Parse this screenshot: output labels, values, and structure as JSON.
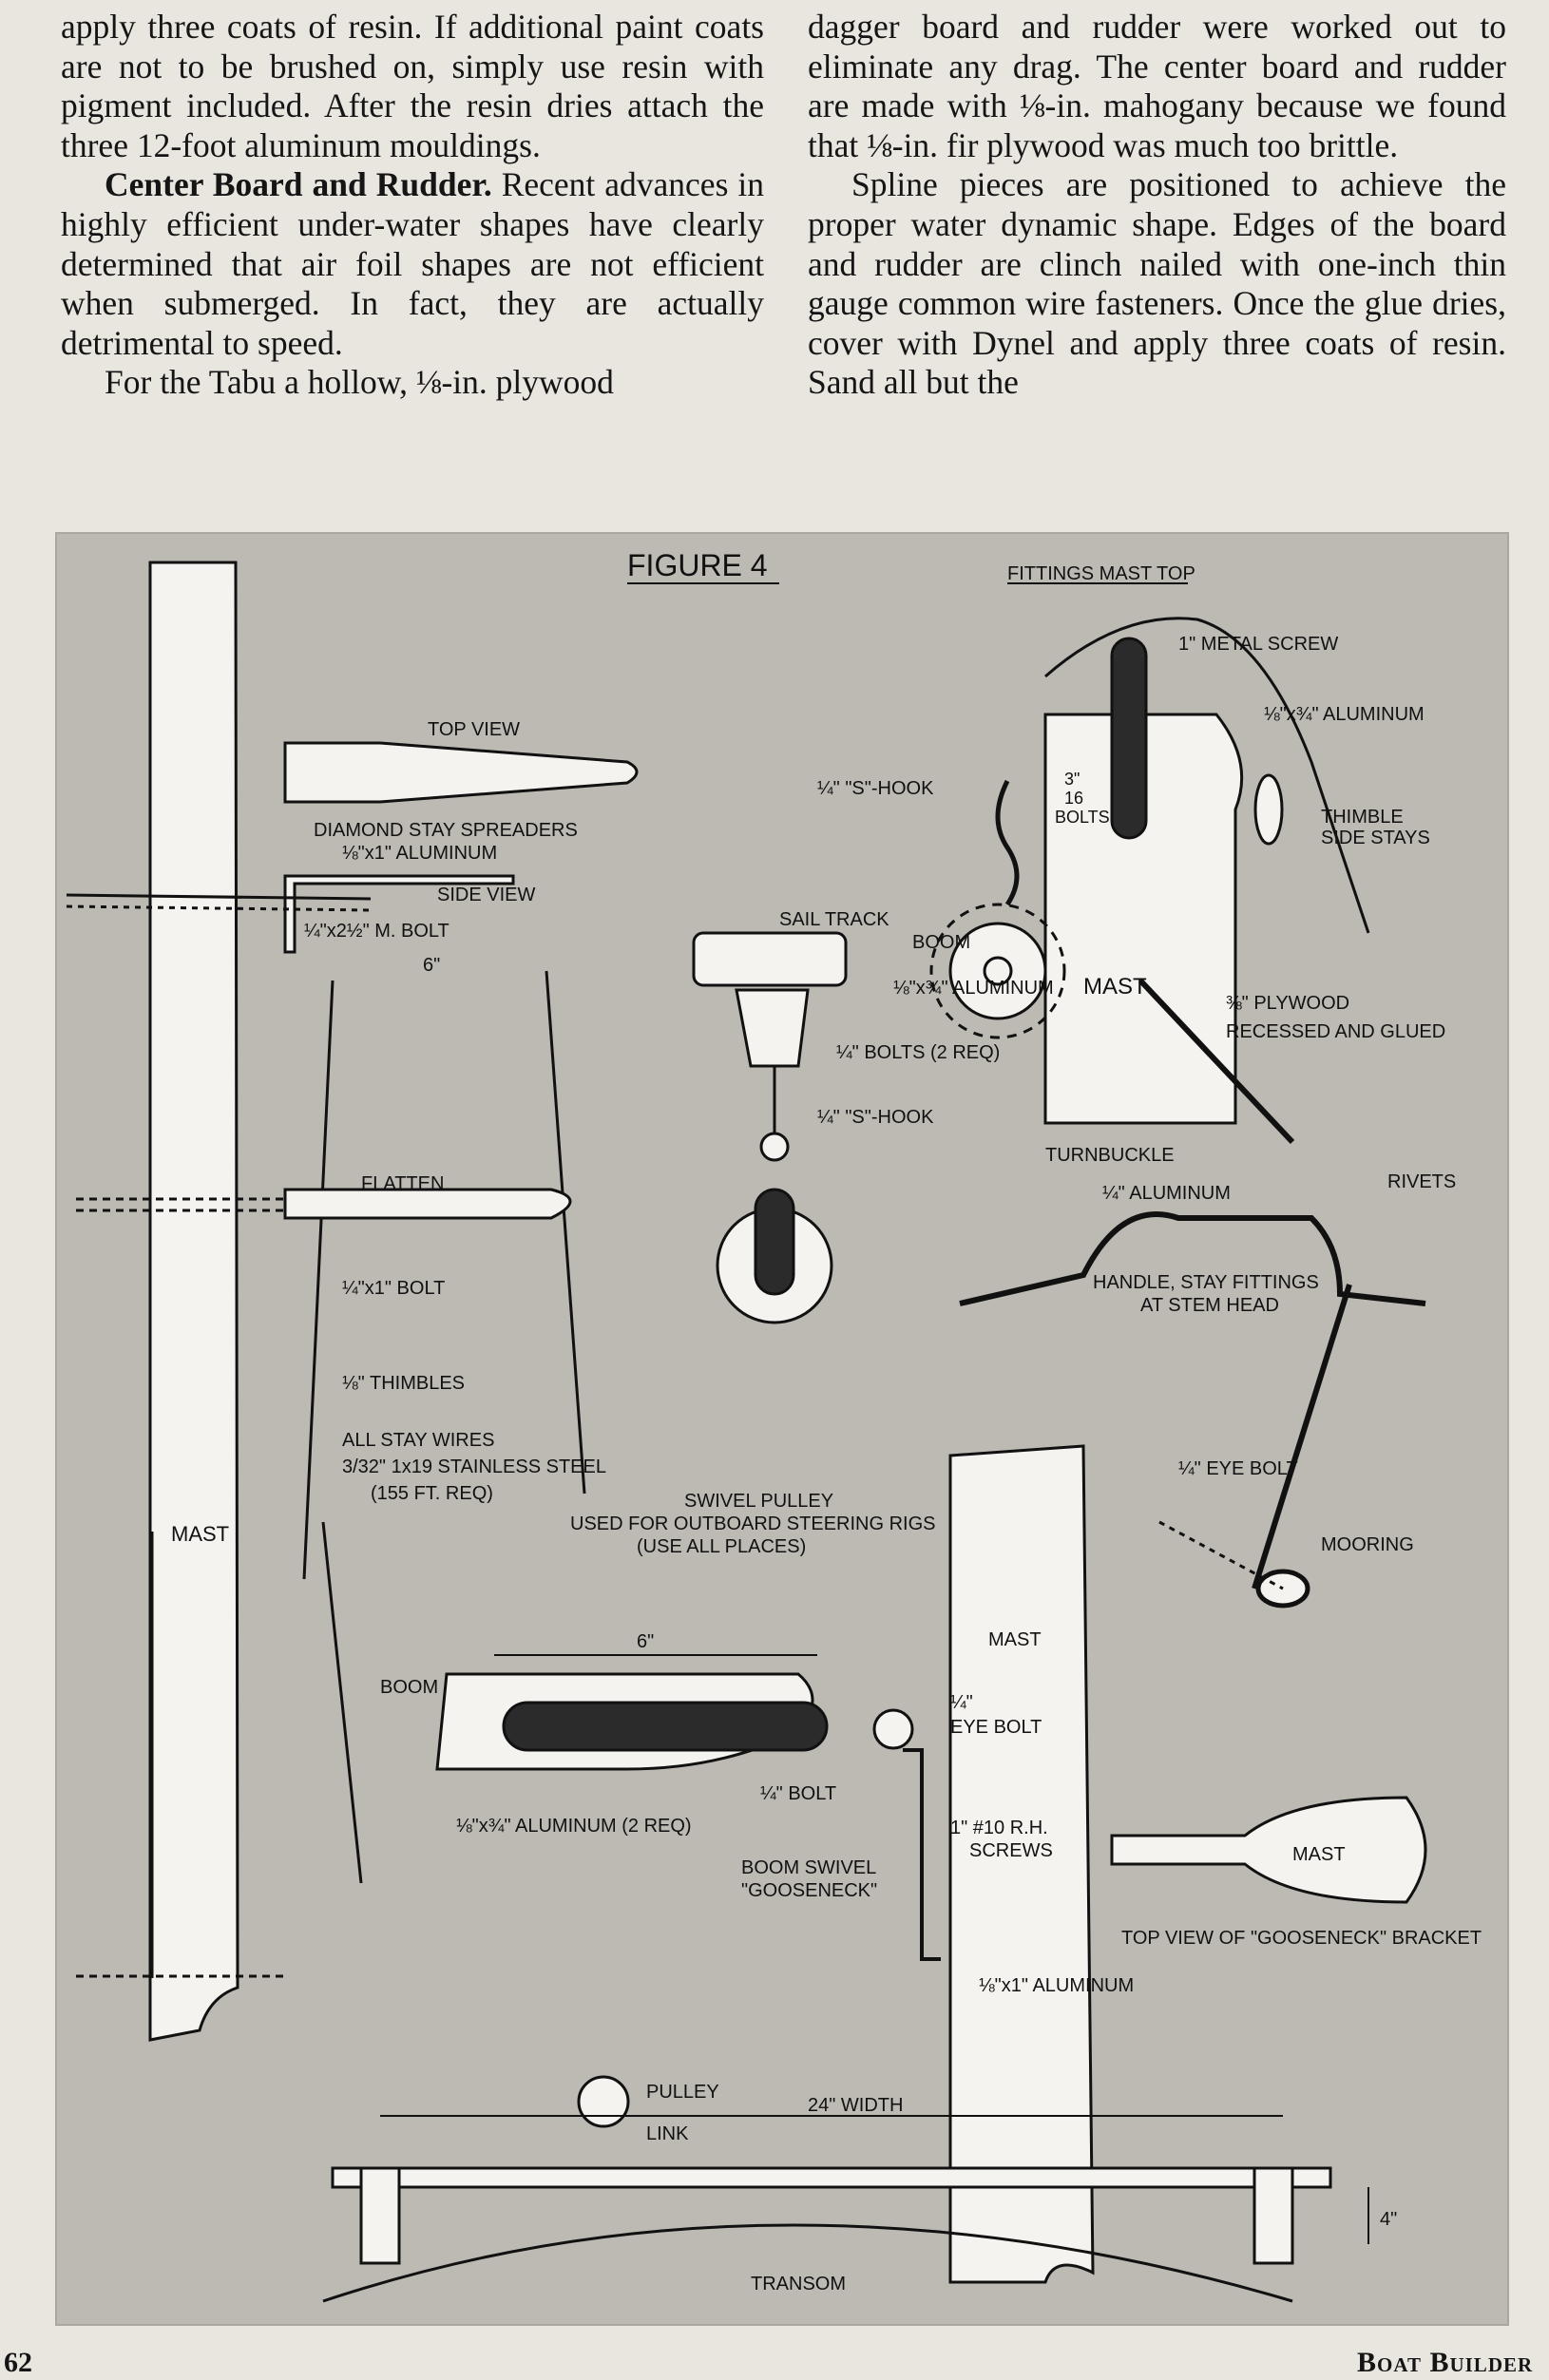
{
  "article": {
    "left_column": {
      "p1": "apply three coats of resin. If additional paint coats are not to be brushed on, simply use resin with pigment included. After the resin dries attach the three 12-foot aluminum mouldings.",
      "p2_heading": "Center Board and Rudder.",
      "p2_body": " Recent advances in highly efficient under-water shapes have clearly determined that air foil shapes are not efficient when submerged. In fact, they are actually detrimental to speed.",
      "p3": "For the Tabu a hollow, ⅛-in. plywood"
    },
    "right_column": {
      "p1": "dagger board and rudder were worked out to eliminate any drag. The center board and rudder are made with ⅛-in. mahogany because we found that ⅛-in. fir plywood was much too brittle.",
      "p2": "Spline pieces are positioned to achieve the proper water dynamic shape. Edges of the board and rudder are clinch nailed with one-inch thin gauge common wire fasteners. Once the glue dries, cover with Dynel and apply three coats of resin. Sand all but the"
    }
  },
  "figure": {
    "title": "FIGURE 4",
    "fittings_mast_top": {
      "heading": "FITTINGS MAST TOP",
      "metal_screw": "1\" METAL SCREW",
      "aluminum": "⅛\"x¾\" ALUMINUM",
      "s_hook": "¼\" \"S\"-HOOK",
      "bolts_1": "3\"",
      "bolts_2": "16",
      "bolts_3": "BOLTS",
      "thimble_1": "THIMBLE",
      "thimble_2": "SIDE STAYS",
      "mast": "MAST",
      "plywood_1": "⅜\" PLYWOOD",
      "plywood_2": "RECESSED AND GLUED"
    },
    "spreaders": {
      "top_view": "TOP VIEW",
      "diamond_1": "DIAMOND STAY SPREADERS",
      "diamond_2": "⅛\"x1\" ALUMINUM",
      "side_view": "SIDE VIEW",
      "bolt": "¼\"x2½\" M. BOLT",
      "width": "6\"",
      "flatten": "FLATTEN",
      "bolt_small": "¼\"x1\" BOLT",
      "thimbles": "⅛\" THIMBLES",
      "stay_1": "ALL STAY WIRES",
      "stay_2": "3/32\" 1x19 STAINLESS STEEL",
      "stay_3": "(155 FT. REQ)",
      "mast": "MAST"
    },
    "swivel_pulley": {
      "sail_track": "SAIL TRACK",
      "boom": "BOOM",
      "aluminum": "⅛\"x¾\" ALUMINUM",
      "bolts": "¼\" BOLTS (2 REQ)",
      "s_hook": "¼\" \"S\"-HOOK",
      "caption_1": "SWIVEL PULLEY",
      "caption_2": "USED FOR OUTBOARD STEERING RIGS",
      "caption_3": "(USE ALL PLACES)"
    },
    "stem_head": {
      "turnbuckle": "TURNBUCKLE",
      "aluminum": "¼\" ALUMINUM",
      "rivets": "RIVETS",
      "handle_1": "HANDLE, STAY FITTINGS",
      "handle_2": "AT STEM HEAD",
      "eye_bolt": "¼\" EYE BOLT",
      "mooring": "MOORING"
    },
    "gooseneck": {
      "width": "6\"",
      "boom": "BOOM",
      "bolt": "¼\" BOLT",
      "aluminum": "⅛\"x¾\" ALUMINUM (2 REQ)",
      "caption_1": "BOOM SWIVEL",
      "caption_2": "\"GOOSENECK\"",
      "mast": "MAST",
      "eye_bolt_1": "¼\"",
      "eye_bolt_2": "EYE BOLT",
      "screws_1": "1\" #10 R.H.",
      "screws_2": "SCREWS",
      "bracket_aluminum": "⅛\"x1\" ALUMINUM",
      "mast_top": "MAST",
      "top_view": "TOP VIEW OF \"GOOSENECK\" BRACKET"
    },
    "traveler": {
      "pulley": "PULLEY",
      "link": "LINK",
      "width": "24\" WIDTH",
      "height": "4\"",
      "transom": "TRANSOM"
    }
  },
  "footer": {
    "page_number": "62",
    "title": "Boat Builder"
  }
}
